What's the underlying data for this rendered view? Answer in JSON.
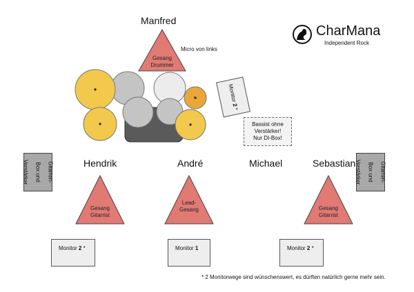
{
  "logo": {
    "name": "CharMana",
    "tagline": "Independent Rock",
    "icon": "singer-silhouette-icon"
  },
  "colors": {
    "triangle": "#e07a73",
    "cymbal": "#f2c94c",
    "cymbal_orange": "#e9a63a",
    "drum": "#c4c4c4",
    "drum_light": "#ececec",
    "kick": "#5a5a5a",
    "gray_box": "#a8a8a8"
  },
  "drummer": {
    "name": "Manfred",
    "role_line1": "Gesang",
    "role_line2": "Drummer",
    "mic_note": "Micro von links"
  },
  "drum_monitor": {
    "text": "Monitor",
    "number": "2",
    "suffix": "*"
  },
  "bass_note": {
    "line1": "Bassist ohne",
    "line2": "Verstärker!",
    "line3": "Nur DI-Box!"
  },
  "musicians": [
    {
      "name": "Hendrik",
      "role_line1": "Gesang",
      "role_line2": "Gitarrist"
    },
    {
      "name": "André",
      "role_line1": "Lead-",
      "role_line2": "Gesang"
    },
    {
      "name": "Michael"
    },
    {
      "name": "Sebastian",
      "role_line1": "Gesang",
      "role_line2": "Gitarrist"
    }
  ],
  "amps": {
    "left": {
      "line1": "Gitarren-",
      "line2": "Box und",
      "line3": "Verstärker"
    },
    "right": {
      "line1": "Gitarren-",
      "line2": "Box und",
      "line3": "Verstärker"
    }
  },
  "monitors": [
    {
      "text": "Monitor",
      "number": "2",
      "suffix": "*"
    },
    {
      "text": "Monitor",
      "number": "1",
      "suffix": ""
    },
    {
      "text": "Monitor",
      "number": "2",
      "suffix": "*"
    }
  ],
  "footnote": "* 2 Monitorwege sind wünschenswert, es dürften natürlich gerne mehr sein."
}
